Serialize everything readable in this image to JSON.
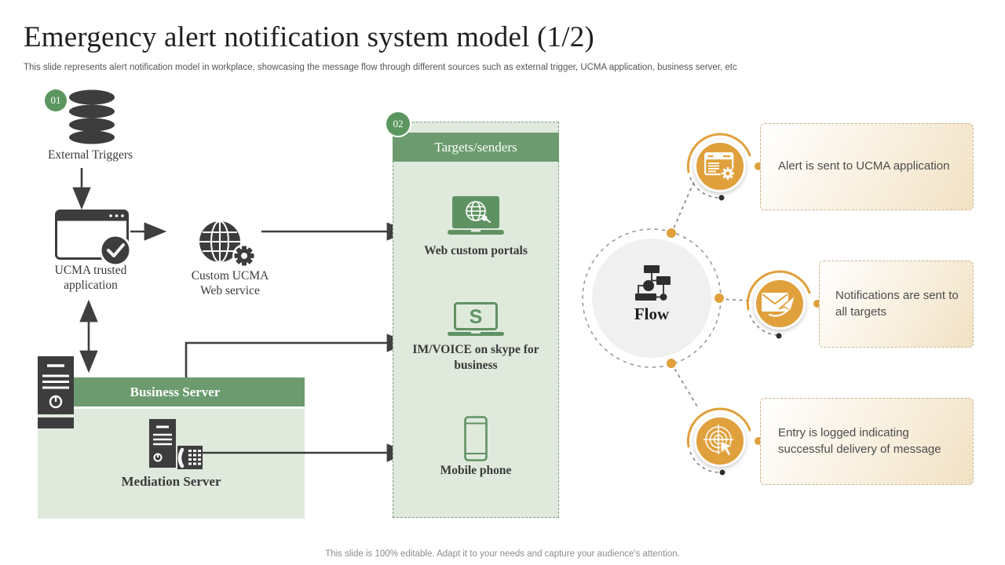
{
  "slide": {
    "title": "Emergency alert notification system model (1/2)",
    "subtitle": "This slide represents alert notification model in workplace, showcasing the message flow through different sources such as external trigger, UCMA application, business server, etc",
    "footer": "This slide is 100% editable. Adapt it to your needs and capture your audience's attention."
  },
  "diagram": {
    "step1_badge": "01",
    "step2_badge": "02",
    "external_triggers_label": "External Triggers",
    "ucma_app_label": "UCMA trusted application",
    "web_service_label": "Custom UCMA Web service",
    "business_server_label": "Business Server",
    "mediation_server_label": "Mediation Server",
    "targets_panel": {
      "header": "Targets/senders",
      "skype_screen_letter": "S",
      "items": [
        {
          "icon": "laptop-globe-icon",
          "label": "Web custom portals"
        },
        {
          "icon": "laptop-skype-icon",
          "label": "IM/VOICE on skype for business"
        },
        {
          "icon": "mobile-phone-icon",
          "label": "Mobile phone"
        }
      ]
    },
    "flow_label": "Flow",
    "callouts": [
      {
        "icon": "browser-gear-icon",
        "text": "Alert is sent to UCMA application"
      },
      {
        "icon": "envelope-send-icon",
        "text": "Notifications are sent to all targets"
      },
      {
        "icon": "target-cursor-icon",
        "text": "Entry is logged indicating successful delivery of message"
      }
    ]
  },
  "colors": {
    "green": "#6b9b6e",
    "green_badge": "#5b9660",
    "green_light": "#dfe9dc",
    "green_icon": "#5f9263",
    "orange_accent": "#e0a03c",
    "dark_icon": "#3d3d3d",
    "tan_box": "#f2e2c4"
  }
}
